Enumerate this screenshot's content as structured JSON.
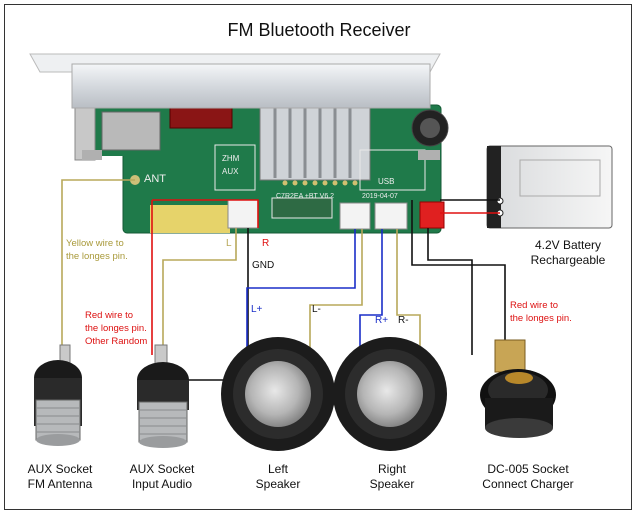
{
  "title": "FM Bluetooth Receiver",
  "board": {
    "ant_label": "ANT",
    "module_text": "C7R2EA +BT V6.2",
    "date_text": "2019-04-07",
    "usb_text": "USB",
    "aux_text": "AUX",
    "zhm_text": "ZHM"
  },
  "wire_tags": {
    "l": "L",
    "r": "R",
    "gnd": "GND",
    "lplus": "L+",
    "lminus": "L-",
    "rplus": "R+",
    "rminus": "R-"
  },
  "notes": {
    "yellow_wire": [
      "Yellow wire to",
      "the longes pin."
    ],
    "red_wire_aux": [
      "Red wire to",
      "the longes pin.",
      "Other Random"
    ],
    "red_wire_dc": [
      "Red wire to",
      "the longes pin."
    ]
  },
  "battery": {
    "label": [
      "4.2V Battery",
      "Rechargeable"
    ]
  },
  "components": [
    {
      "line1": "AUX Socket",
      "line2": "FM Antenna"
    },
    {
      "line1": "AUX Socket",
      "line2": "Input Audio"
    },
    {
      "line1": "Left",
      "line2": "Speaker"
    },
    {
      "line1": "Right",
      "line2": "Speaker"
    },
    {
      "line1": "DC-005 Socket",
      "line2": "Connect Charger"
    }
  ],
  "colors": {
    "red_wire": "#e01010",
    "black_wire": "#111111",
    "yellow_wire": "#b8a85a",
    "blue_wire": "#1a2ec8",
    "pcb": "#1f7a4a",
    "panel": "#d9dde1"
  }
}
